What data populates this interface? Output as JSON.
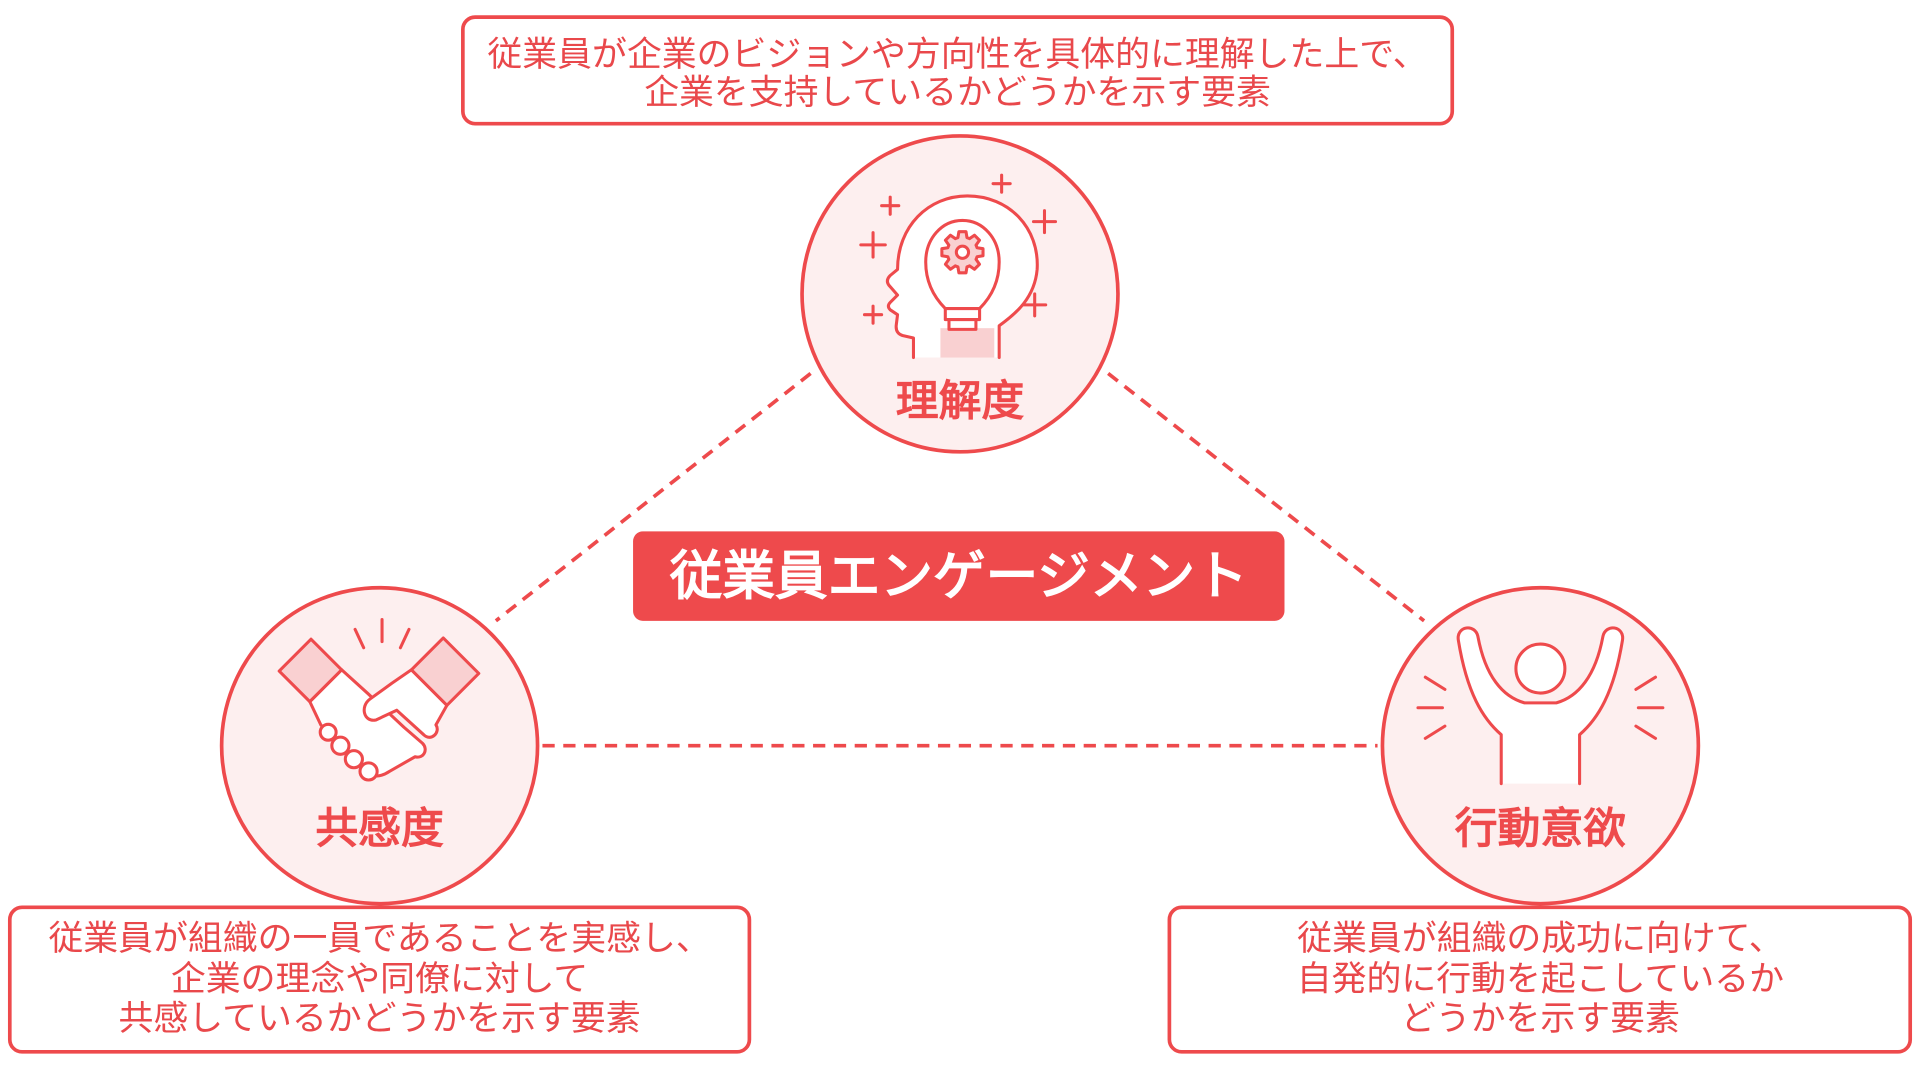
{
  "center_label": "従業員エンゲージメント",
  "elements": {
    "understanding": {
      "label": "理解度",
      "icon": "lightbulb-head-icon",
      "description": [
        "従業員が企業のビジョンや方向性を具体的に理解した上で、",
        "企業を支持しているかどうかを示す要素"
      ]
    },
    "empathy": {
      "label": "共感度",
      "icon": "handshake-icon",
      "description": [
        "従業員が組織の一員であることを実感し、",
        "企業の理念や同僚に対して",
        "共感しているかどうかを示す要素"
      ]
    },
    "motivation": {
      "label": "行動意欲",
      "icon": "raised-arms-person-icon",
      "description": [
        "従業員が組織の成功に向けて、",
        "自発的に行動を起こしているか",
        "どうかを示す要素"
      ]
    }
  },
  "colors": {
    "accent": "#ee4a4c",
    "circle_fill": "#fdefef",
    "soft_fill": "#f9d0d1",
    "text": "#e9484b",
    "background": "#ffffff",
    "badge_text": "#ffffff"
  }
}
